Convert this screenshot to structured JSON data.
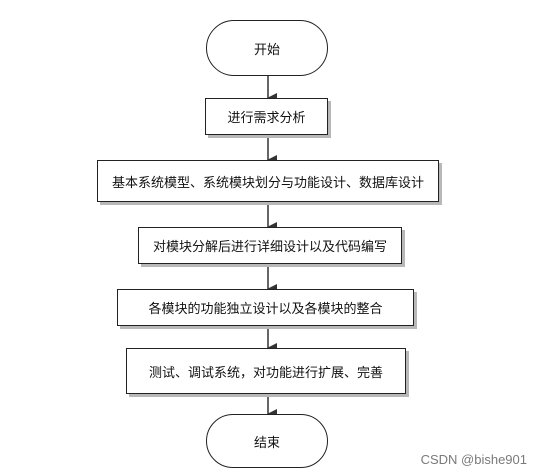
{
  "flowchart": {
    "start_label": "开始",
    "end_label": "结束",
    "steps": [
      "进行需求分析",
      "基本系统模型、系统模块划分与功能设计、数据库设计",
      "对模块分解后进行详细设计以及代码编写",
      "各模块的功能独立设计以及各模块的整合",
      "测试、调试系统，对功能进行扩展、完善"
    ]
  },
  "watermark": "CSDN @bishe901"
}
